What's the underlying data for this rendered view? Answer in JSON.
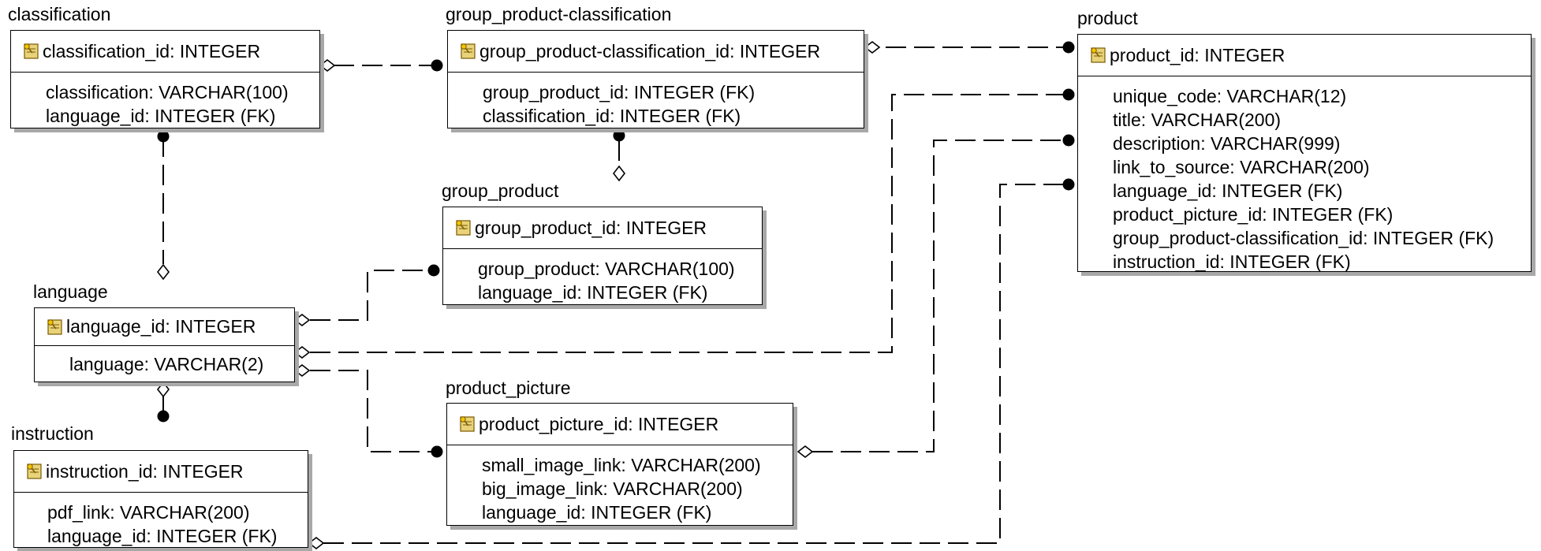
{
  "entities": {
    "classification": {
      "name": "classification",
      "pk": "classification_id: INTEGER",
      "attributes": [
        "classification: VARCHAR(100)",
        "language_id: INTEGER (FK)"
      ]
    },
    "group_product_classification": {
      "name": "group_product-classification",
      "pk": "group_product-classification_id: INTEGER",
      "attributes": [
        "group_product_id: INTEGER (FK)",
        "classification_id: INTEGER (FK)"
      ]
    },
    "product": {
      "name": "product",
      "pk": "product_id: INTEGER",
      "attributes": [
        "unique_code: VARCHAR(12)",
        "title: VARCHAR(200)",
        "description: VARCHAR(999)",
        "link_to_source: VARCHAR(200)",
        "language_id: INTEGER (FK)",
        "product_picture_id: INTEGER (FK)",
        "group_product-classification_id: INTEGER (FK)",
        "instruction_id: INTEGER (FK)"
      ]
    },
    "group_product": {
      "name": "group_product",
      "pk": "group_product_id: INTEGER",
      "attributes": [
        "group_product: VARCHAR(100)",
        "language_id: INTEGER (FK)"
      ]
    },
    "language": {
      "name": "language",
      "pk": "language_id: INTEGER",
      "attributes": [
        "language: VARCHAR(2)"
      ]
    },
    "product_picture": {
      "name": "product_picture",
      "pk": "product_picture_id: INTEGER",
      "attributes": [
        "small_image_link: VARCHAR(200)",
        "big_image_link: VARCHAR(200)",
        "language_id: INTEGER (FK)"
      ]
    },
    "instruction": {
      "name": "instruction",
      "pk": "instruction_id: INTEGER",
      "attributes": [
        "pdf_link: VARCHAR(200)",
        "language_id: INTEGER (FK)"
      ]
    }
  },
  "relationships": [
    {
      "name": "classification-to-group_product-classification",
      "from": "classification",
      "to": "group_product-classification"
    },
    {
      "name": "group_product-classification-to-product",
      "from": "group_product-classification",
      "to": "product"
    },
    {
      "name": "group_product-to-group_product-classification",
      "from": "group_product",
      "to": "group_product-classification"
    },
    {
      "name": "language-to-classification",
      "from": "language",
      "to": "classification"
    },
    {
      "name": "language-to-group_product",
      "from": "language",
      "to": "group_product"
    },
    {
      "name": "language-to-product",
      "from": "language",
      "to": "product"
    },
    {
      "name": "language-to-product_picture",
      "from": "language",
      "to": "product_picture"
    },
    {
      "name": "language-to-instruction",
      "from": "language",
      "to": "instruction"
    },
    {
      "name": "product_picture-to-product",
      "from": "product_picture",
      "to": "product"
    },
    {
      "name": "instruction-to-product",
      "from": "instruction",
      "to": "product"
    }
  ],
  "icon": "primary-key-icon"
}
